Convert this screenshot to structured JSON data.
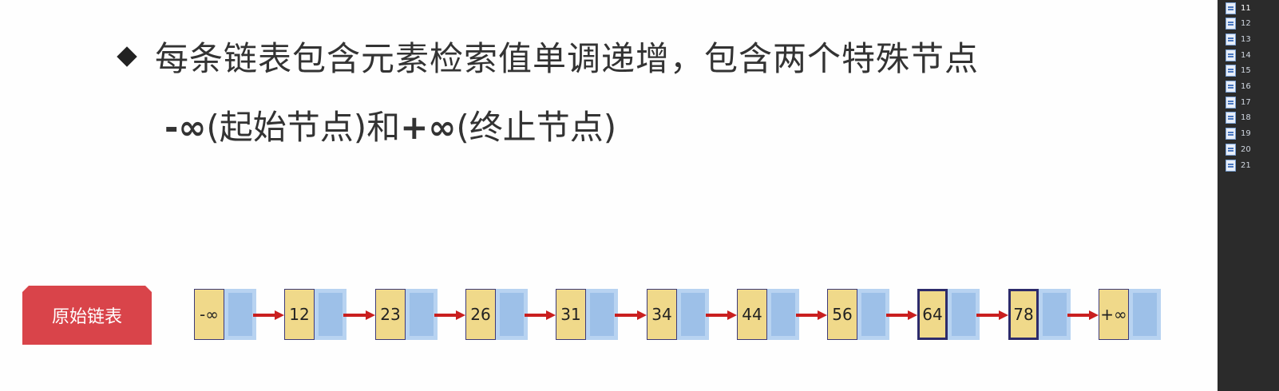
{
  "slide": {
    "bullet_text": "每条链表包含元素检索值单调递增，包含两个特殊节点",
    "sub_text_parts": [
      "-∞",
      "(起始节点)和",
      "+∞",
      "(终止节点)"
    ],
    "label": "原始链表"
  },
  "linked_list": {
    "nodes": [
      "-∞",
      "12",
      "23",
      "26",
      "31",
      "34",
      "44",
      "56",
      "64",
      "78",
      "+∞"
    ]
  },
  "thumbnail_panel": {
    "items": [
      "11",
      "12",
      "13",
      "14",
      "15",
      "16",
      "17",
      "18",
      "19",
      "20",
      "21"
    ]
  },
  "colors": {
    "label_bg": "#d9444a",
    "arrow": "#c91f1f",
    "node_key": "#f0d98a",
    "node_ptr": "#9dc0e8"
  }
}
